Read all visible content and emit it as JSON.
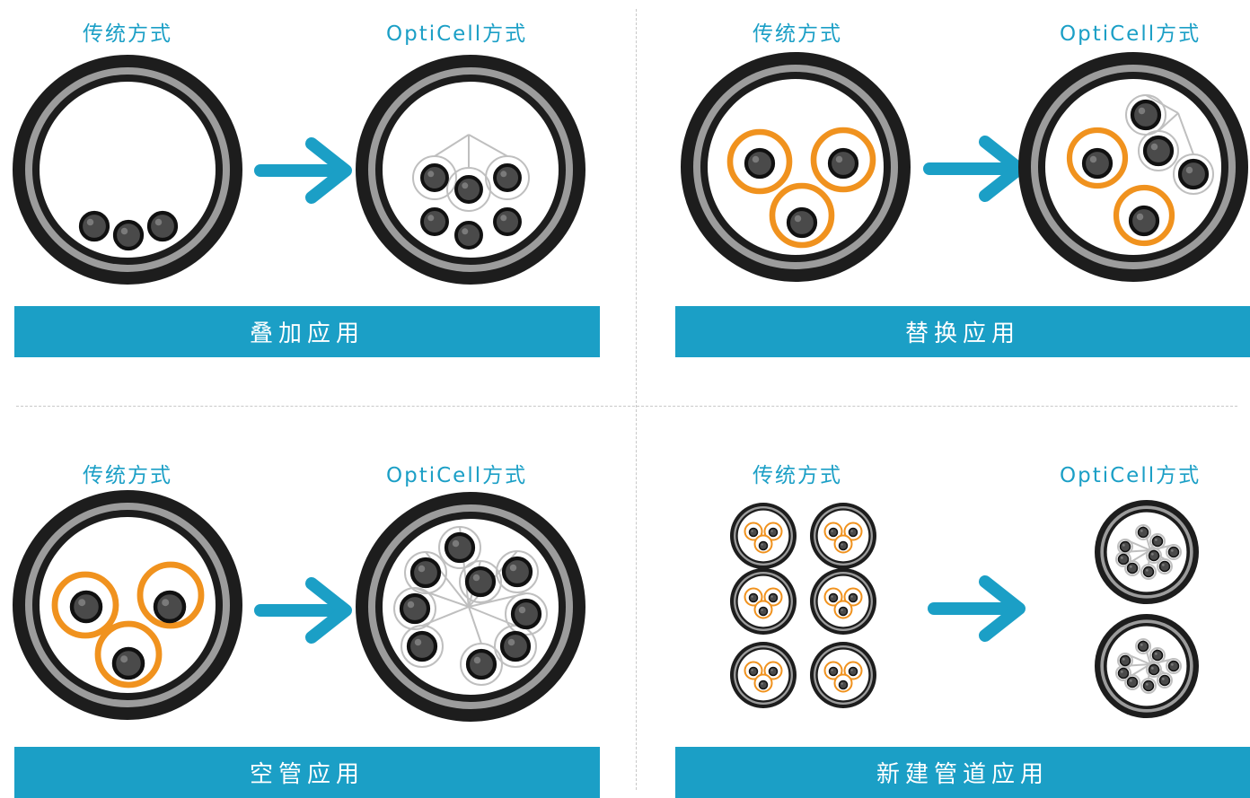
{
  "labels": {
    "traditional": "传统方式",
    "opticell": "OptiCell方式"
  },
  "panels": [
    {
      "id": "overlay",
      "title": "叠加应用"
    },
    {
      "id": "replace",
      "title": "替换应用"
    },
    {
      "id": "empty_duct",
      "title": "空管应用"
    },
    {
      "id": "new_pipeline",
      "title": "新建管道应用"
    }
  ],
  "colors": {
    "accent": "#1b9fc6",
    "orange": "#f0921e",
    "ring_dark": "#1d1d1d",
    "ring_gray": "#9c9c9c",
    "cable": "#4a4a4a",
    "fabric": "#bfbfbf"
  },
  "icons": {
    "arrow": "right-arrow-icon",
    "conduit": "conduit-icon"
  }
}
